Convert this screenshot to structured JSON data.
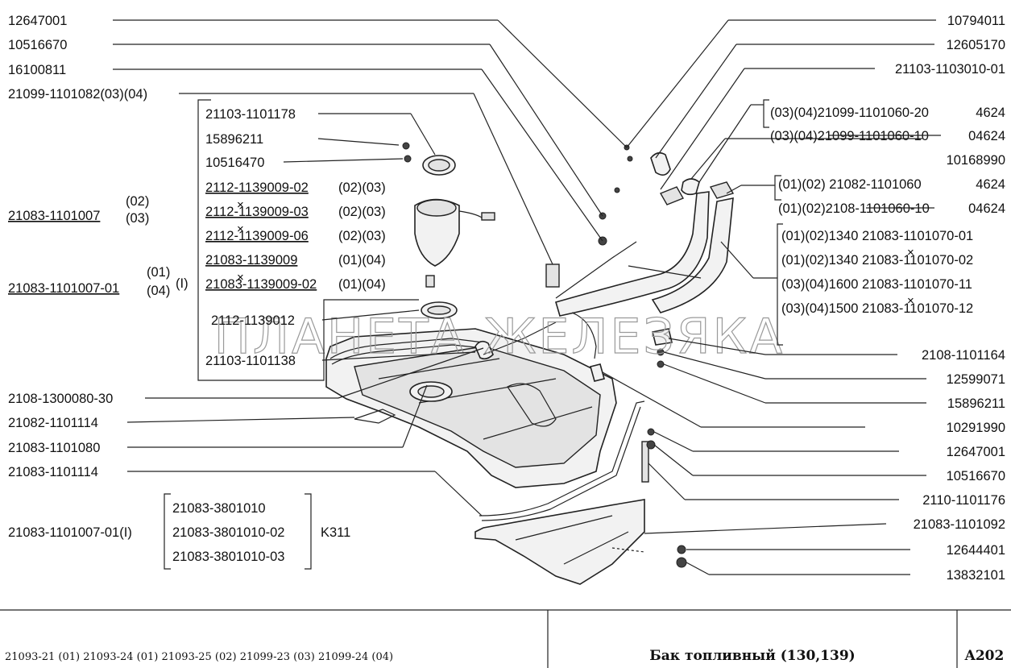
{
  "left_labels": {
    "l1": "12647001",
    "l2": "10516670",
    "l3": "16100811",
    "l4": "21099-1101082(03)(04)",
    "l5": "21083-1101007",
    "l5_codes_a": "(02)",
    "l5_codes_b": "(03)",
    "l6": "21083-1101007-01",
    "l6_codes_a": "(01)",
    "l6_codes_b": "(04)",
    "l6_suffix": "(I)",
    "l7": "2108-1300080-30",
    "l8": "21082-1101114",
    "l9": "21083-1101080",
    "l10": "21083-1101114",
    "l11": "21083-1101007-01(I)"
  },
  "box_labels": {
    "b1": "21103-1101178",
    "b2": "15896211",
    "b3": "10516470",
    "b4_num": "2112-1139009-02",
    "b4_code": "(02)(03)",
    "b5_num": "2112-1139009-03",
    "b5_code": "(02)(03)",
    "b6_num": "2112-1139009-06",
    "b6_code": "(02)(03)",
    "b7_num": "21083-1139009",
    "b7_code": "(01)(04)",
    "b8_num": "21083-1139009-02",
    "b8_code": "(01)(04)",
    "b9": "2112-1139012",
    "b10": "21103-1101138"
  },
  "bottom_box": {
    "r1": "21083-3801010",
    "r2": "21083-3801010-02",
    "r3": "21083-3801010-03",
    "kit": "K311"
  },
  "right_labels": {
    "r1": "10794011",
    "r2": "12605170",
    "r3": "21103-1103010-01",
    "g1a_pre": "(03)(04)21099-1101060-20",
    "g1a_post": "4624",
    "g1b_pre": "(03)(04)21099-1101060-10",
    "g1b_post": "04624",
    "r4": "10168990",
    "g2a_pre": "(01)(02)  21082-1101060",
    "g2a_post": "4624",
    "g2b_pre": "(01)(02)2108-1101060-10",
    "g2b_post": "04624",
    "g3a": "(01)(02)1340 21083-1101070-01",
    "g3b": "(01)(02)1340 21083-1101070-02",
    "g3c": "(03)(04)1600 21083-1101070-11",
    "g3d": "(03)(04)1500 21083-1101070-12",
    "r5": "2108-1101164",
    "r6": "12599071",
    "r7": "15896211",
    "r8": "10291990",
    "r9": "12647001",
    "r10": "10516670",
    "r11": "2110-1101176",
    "r12": "21083-1101092",
    "r13": "12644401",
    "r14": "13832101"
  },
  "watermark": "ПЛАНЕТА ЖЕЛЕЗЯКА",
  "footer": {
    "models": "21093-21 (01)   21093-24 (01)   21093-25 (02)   21099-23 (03)   21099-24 (04)",
    "title": "Бак топливный (130,139)",
    "code": "A202"
  }
}
